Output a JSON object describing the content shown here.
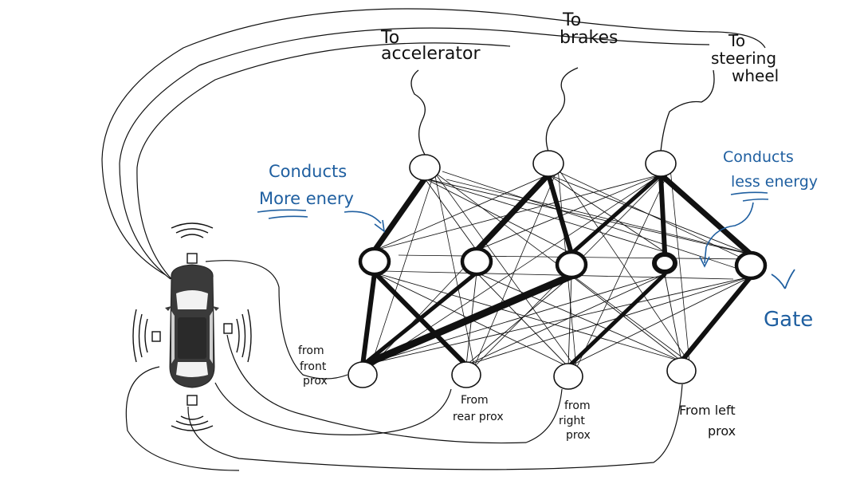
{
  "colors": {
    "ink": "#111111",
    "annotation": "#1f5fa0",
    "car_body": "#3a3a3a",
    "background": "#ffffff"
  },
  "outputs": [
    {
      "id": "accelerator",
      "label_lines": [
        "To",
        "accelerator"
      ]
    },
    {
      "id": "brakes",
      "label_lines": [
        "To",
        "brakes"
      ]
    },
    {
      "id": "steering",
      "label_lines": [
        "To",
        "steering",
        "wheel"
      ]
    }
  ],
  "inputs": [
    {
      "id": "front",
      "label_lines": [
        "from",
        "front",
        "prox"
      ]
    },
    {
      "id": "rear",
      "label_lines": [
        "From",
        "rear prox"
      ]
    },
    {
      "id": "right",
      "label_lines": [
        "from",
        "right",
        "prox"
      ]
    },
    {
      "id": "left",
      "label_lines": [
        "From left",
        "prox"
      ]
    }
  ],
  "hidden_gates": 5,
  "annotations": {
    "more": {
      "lines": [
        "Conducts",
        "More enery"
      ]
    },
    "less": {
      "lines": [
        "Conducts",
        "less energy"
      ]
    },
    "gate": {
      "text": "Gate"
    }
  },
  "car": {
    "icon": "car-with-proximity-sensors-icon",
    "sensors": [
      "front",
      "rear",
      "left",
      "right"
    ]
  }
}
